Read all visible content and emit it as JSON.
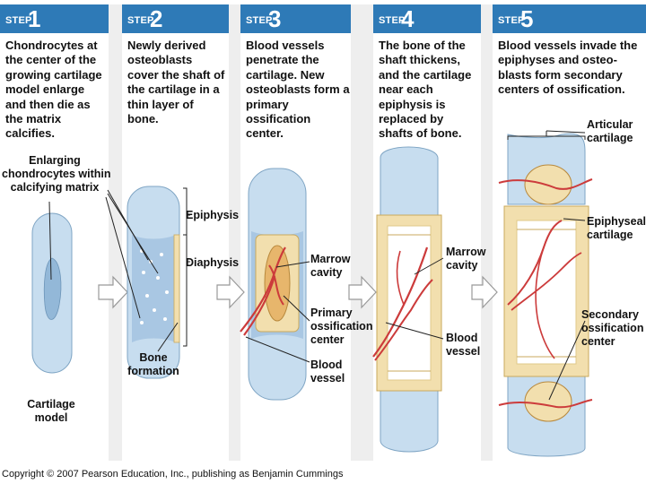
{
  "steps": [
    {
      "word": "STEP",
      "num": "1",
      "desc": [
        "Chondrocytes at",
        "the center of the",
        "growing cartilage",
        "model enlarge",
        "and then die as",
        "the matrix",
        "calcifies."
      ]
    },
    {
      "word": "STEP",
      "num": "2",
      "desc": [
        "Newly derived",
        "osteoblasts",
        "cover the shaft of",
        "the cartilage in a",
        "thin layer of",
        "bone."
      ]
    },
    {
      "word": "STEP",
      "num": "3",
      "desc": [
        "Blood vessels",
        "penetrate the",
        "cartilage. New",
        "osteoblasts form a",
        "primary ossification",
        "center."
      ]
    },
    {
      "word": "STEP",
      "num": "4",
      "desc": [
        "The bone of the",
        "shaft thickens,",
        "and the cartilage",
        "near each",
        "epiphysis is",
        "replaced by",
        "shafts of bone."
      ]
    },
    {
      "word": "STEP",
      "num": "5",
      "desc": [
        "Blood vessels invade the",
        "epiphyses and osteo-",
        "blasts form secondary",
        "centers of ossification."
      ]
    }
  ],
  "labels": {
    "enlarging": [
      "Enlarging",
      "chondrocytes within",
      "calcifying matrix"
    ],
    "cartilage_model": [
      "Cartilage",
      "model"
    ],
    "epiphysis": "Epiphysis",
    "diaphysis": "Diaphysis",
    "bone_formation": [
      "Bone",
      "formation"
    ],
    "marrow_cavity_3": [
      "Marrow",
      "cavity"
    ],
    "primary_ossification": [
      "Primary",
      "ossification",
      "center"
    ],
    "blood_vessel_3": [
      "Blood",
      "vessel"
    ],
    "marrow_cavity_4": [
      "Marrow",
      "cavity"
    ],
    "blood_vessel_4": [
      "Blood",
      "vessel"
    ],
    "articular": [
      "Articular",
      "cartilage"
    ],
    "epiphyseal": [
      "Epiphyseal",
      "cartilage"
    ],
    "secondary_ossification": [
      "Secondary",
      "ossification",
      "center"
    ]
  },
  "copyright": "Copyright © 2007 Pearson Education, Inc., publishing as Benjamin Cummings",
  "colors": {
    "header": "#2e7ab7",
    "cartilage": "#c7ddef",
    "bone": "#f2dfae",
    "vessel": "#cc3b3b"
  }
}
